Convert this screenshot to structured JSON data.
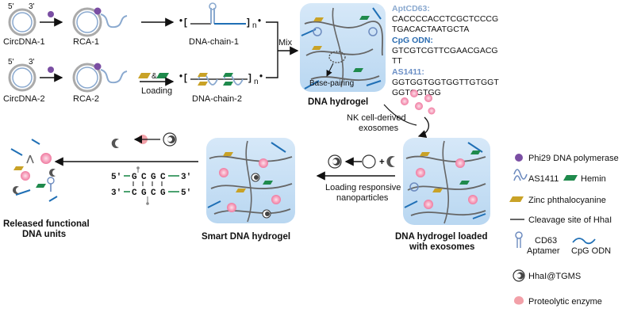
{
  "top_row": {
    "circ1": "CircDNA-1",
    "rca1": "RCA-1",
    "chain1": "DNA-chain-1",
    "circ2": "CircDNA-2",
    "rca2": "RCA-2",
    "chain2": "DNA-chain-2",
    "loading": "Loading",
    "amp": "&",
    "mix": "Mix",
    "hydrogel": "DNA hydrogel",
    "base_pairing": "Base-pairing",
    "end_5": "5'",
    "end_3": "3'",
    "n": "n"
  },
  "sequences": [
    {
      "name": "AptCD63:",
      "lines": [
        "CACCCCACCTCGCTCCCG",
        "TGACACTAATGCTA"
      ]
    },
    {
      "name": "CpG ODN:",
      "lines": [
        "GTCGTCGTTCGAACGACG",
        "TT"
      ]
    },
    {
      "name": "AS1411:",
      "lines": [
        "GGTGGTGGTGGTTGTGGT",
        "GGTGGTGG"
      ]
    }
  ],
  "middle": {
    "nk_line1": "NK cell-derived",
    "nk_line2": "exosomes",
    "loaded_line1": "DNA hydrogel loaded",
    "loaded_line2": "with exosomes",
    "loading_resp_line1": "Loading responsive",
    "loading_resp_line2": "nanoparticles",
    "plus": "+",
    "smart": "Smart DNA hydrogel",
    "released_line1": "Released functional",
    "released_line2": "DNA units"
  },
  "cleavage": {
    "top_prime5": "5'",
    "top_seq": [
      "G",
      "C",
      "G",
      "C"
    ],
    "top_prime3": "3'",
    "bot_prime3": "3'",
    "bot_seq": [
      "C",
      "G",
      "C",
      "G"
    ],
    "bot_prime5": "5'"
  },
  "legend": [
    {
      "icon": "phi29-polymerase-icon",
      "label": "Phi29 DNA polymerase",
      "color": "#7a4ea3"
    },
    {
      "icon": "as1411-icon",
      "label": "AS1411",
      "color": "#6d8bbf"
    },
    {
      "icon": "hemin-icon",
      "label": "Hemin",
      "color": "#1f8a4c"
    },
    {
      "icon": "zinc-phthalocyanine-icon",
      "label": "Zinc phthalocyanine",
      "color": "#c9a227"
    },
    {
      "icon": "cleavage-site-icon",
      "label": "Cleavage site of HhaI",
      "color": "#666666"
    },
    {
      "icon": "cd63-aptamer-icon",
      "label_line1": "CD63",
      "label_line2": "Aptamer",
      "color": "#6d8bbf"
    },
    {
      "icon": "cpg-odn-icon",
      "label": "CpG ODN",
      "color": "#1f6fb5"
    },
    {
      "icon": "hhai-tgms-icon",
      "label": "HhaI@TGMS",
      "color": "#555555"
    },
    {
      "icon": "proteolytic-enzyme-icon",
      "label": "Proteolytic enzyme",
      "color": "#f2a0a8"
    }
  ]
}
